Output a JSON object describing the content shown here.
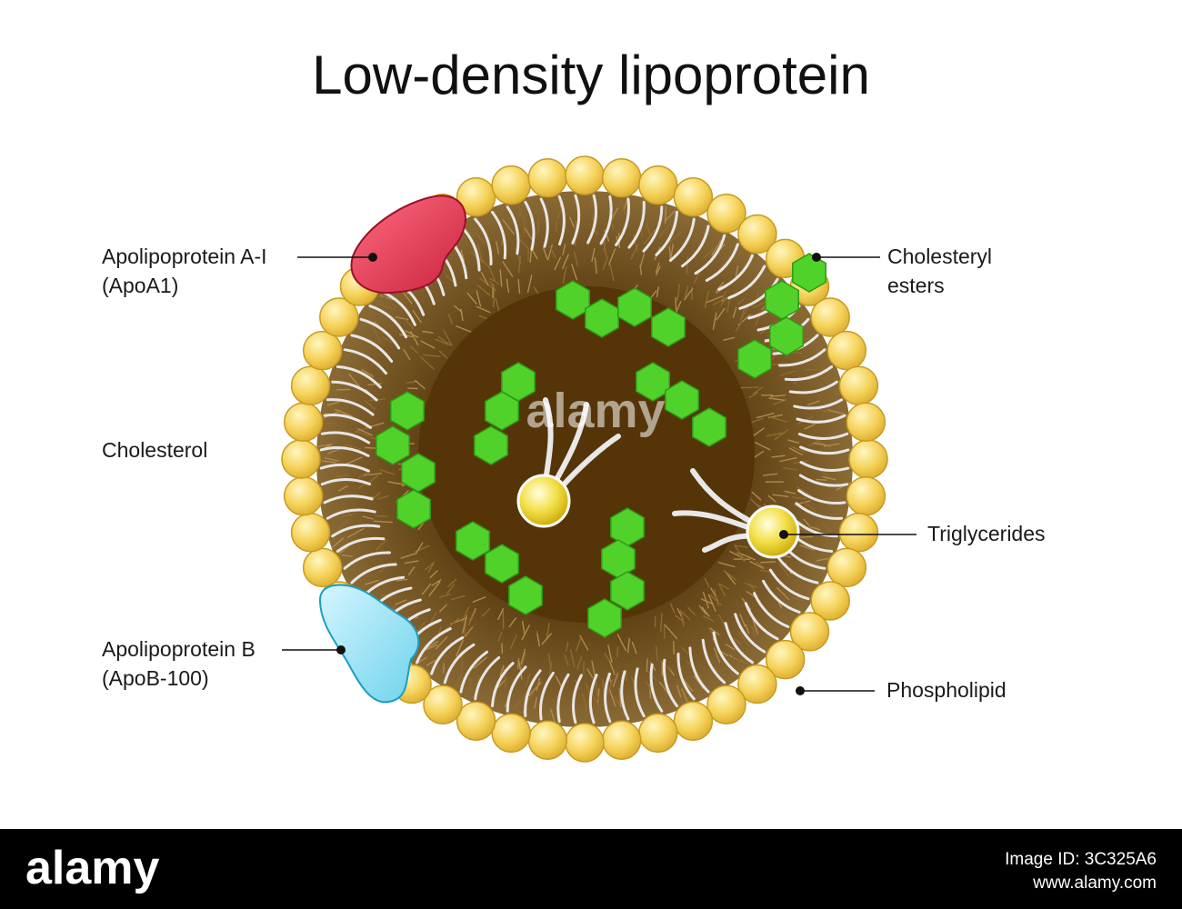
{
  "title": "Low-density lipoprotein",
  "labels": {
    "apoa1_line1": "Apolipoprotein A-I",
    "apoa1_line2": "(ApoA1)",
    "cholesterol": "Cholesterol",
    "apob_line1": "Apolipoprotein B",
    "apob_line2": "(ApoB-100)",
    "cholesteryl_line1": "Cholesteryl",
    "cholesteryl_line2": "esters",
    "triglycerides": "Triglycerides",
    "phospholipid": "Phospholipid"
  },
  "watermark": "alamy",
  "stock_bar": {
    "brand": "alamy",
    "image_id_label": "Image ID: 3C325A6",
    "site": "www.alamy.com"
  },
  "colors": {
    "core_brown": "#5a3a12",
    "tail_tan": "#a07d45",
    "head_yellow": "#f3cf54",
    "head_outline": "#c8a020",
    "cholesterol_green": "#4fd12a",
    "apoa1_red": "#e23a55",
    "apob_blue": "#8fe0f2",
    "stock_bar_bg": "#000000"
  }
}
